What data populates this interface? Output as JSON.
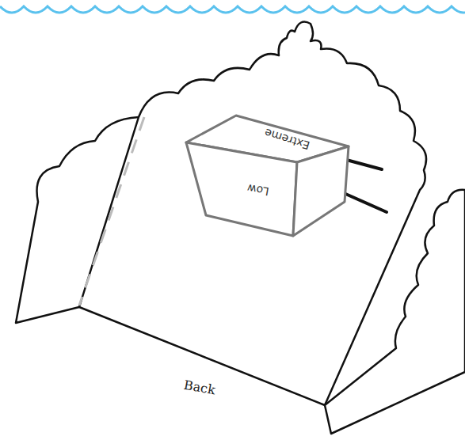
{
  "diagram": {
    "nodes": [
      {
        "text": [
          "Extreme",
          "Low"
        ]
      }
    ],
    "labels": [
      "Back"
    ]
  }
}
